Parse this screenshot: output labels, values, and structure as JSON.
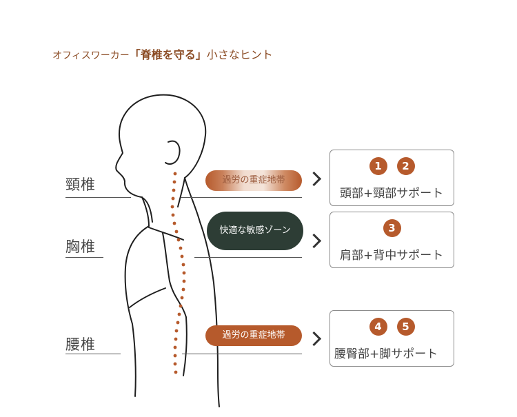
{
  "title": {
    "prefix": "オフィスワーカー",
    "highlight": "「脊椎を守る」",
    "suffix": "小さなヒント"
  },
  "sections": [
    {
      "label": "頸椎",
      "tag": "過労の重症地帯",
      "badges": [
        "1",
        "2"
      ],
      "support": "頭部+頸部サポート"
    },
    {
      "label": "胸椎",
      "tag": "快適な敏感ゾーン",
      "badges": [
        "3"
      ],
      "support": "肩部+背中サポート"
    },
    {
      "label": "腰椎",
      "tag": "過労の重症地帯",
      "badges": [
        "4",
        "5"
      ],
      "support": "腰臀部+脚サポート"
    }
  ],
  "colors": {
    "accent": "#b65a2c",
    "dark_pill": "#2d3d35",
    "title": "#8a4a22"
  }
}
